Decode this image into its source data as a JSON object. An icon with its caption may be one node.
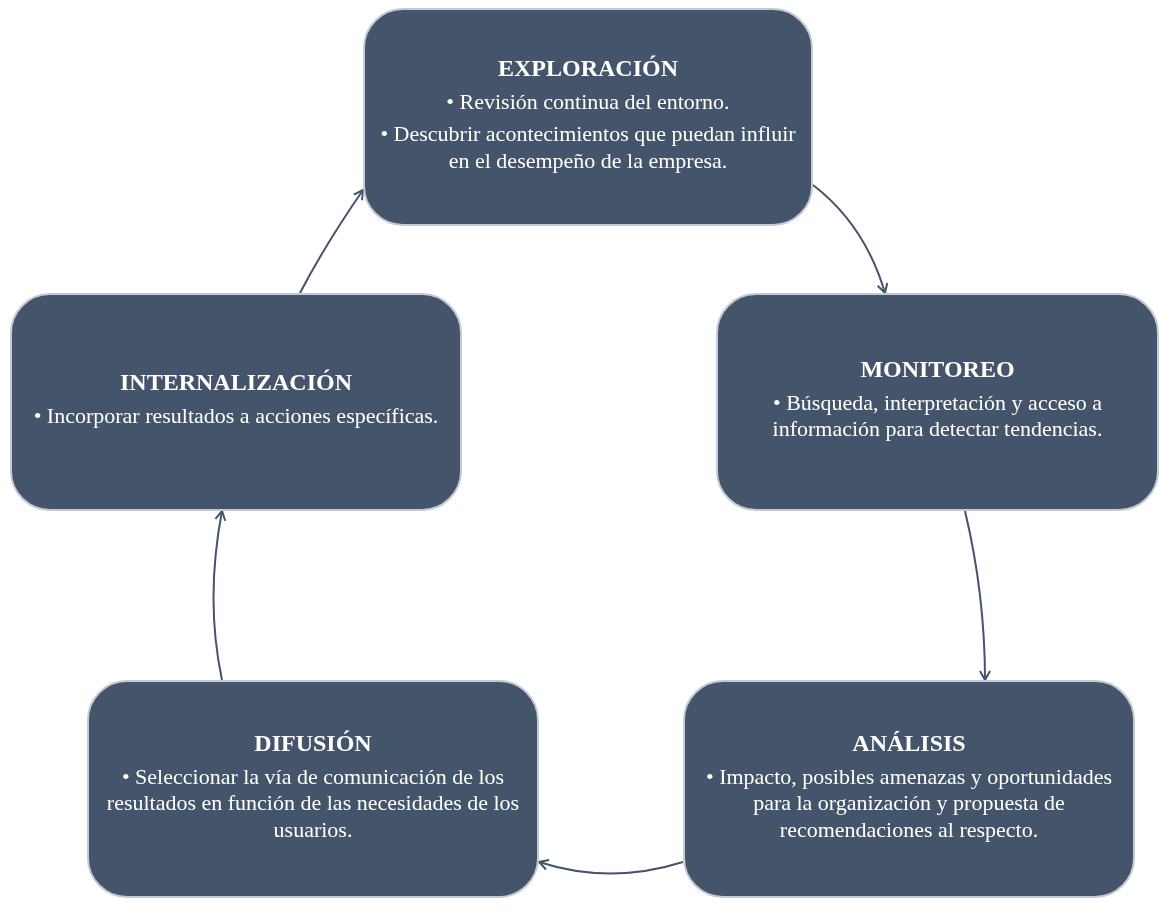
{
  "diagram": {
    "nodes": [
      {
        "text": [
          "EXPLORACIÓN",
          "• Revisión continua del entorno.",
          "• Descubrir acontecimientos que puedan influir en el desempeño de la empresa."
        ]
      },
      {
        "text": [
          "MONITOREO",
          "• Búsqueda, interpretación y acceso a información para detectar tendencias."
        ]
      },
      {
        "text": [
          "ANÁLISIS",
          "• Impacto, posibles amenazas y oportunidades para la organización y propuesta de recomendaciones al respecto."
        ]
      },
      {
        "text": [
          "DIFUSIÓN",
          "• Seleccionar la vía de comunicación de los resultados en función de las necesidades de los usuarios."
        ]
      },
      {
        "text": [
          "INTERNALIZACIÓN",
          "• Incorporar resultados a acciones específicas."
        ]
      }
    ],
    "edges": [
      {
        "from": 0,
        "to": 1,
        "arrow": "to"
      },
      {
        "from": 1,
        "to": 2,
        "arrow": "to"
      },
      {
        "from": 2,
        "to": 3,
        "arrow": "to"
      },
      {
        "from": 3,
        "to": 4,
        "arrow": "to"
      },
      {
        "from": 4,
        "to": 0,
        "arrow": "to"
      }
    ]
  }
}
